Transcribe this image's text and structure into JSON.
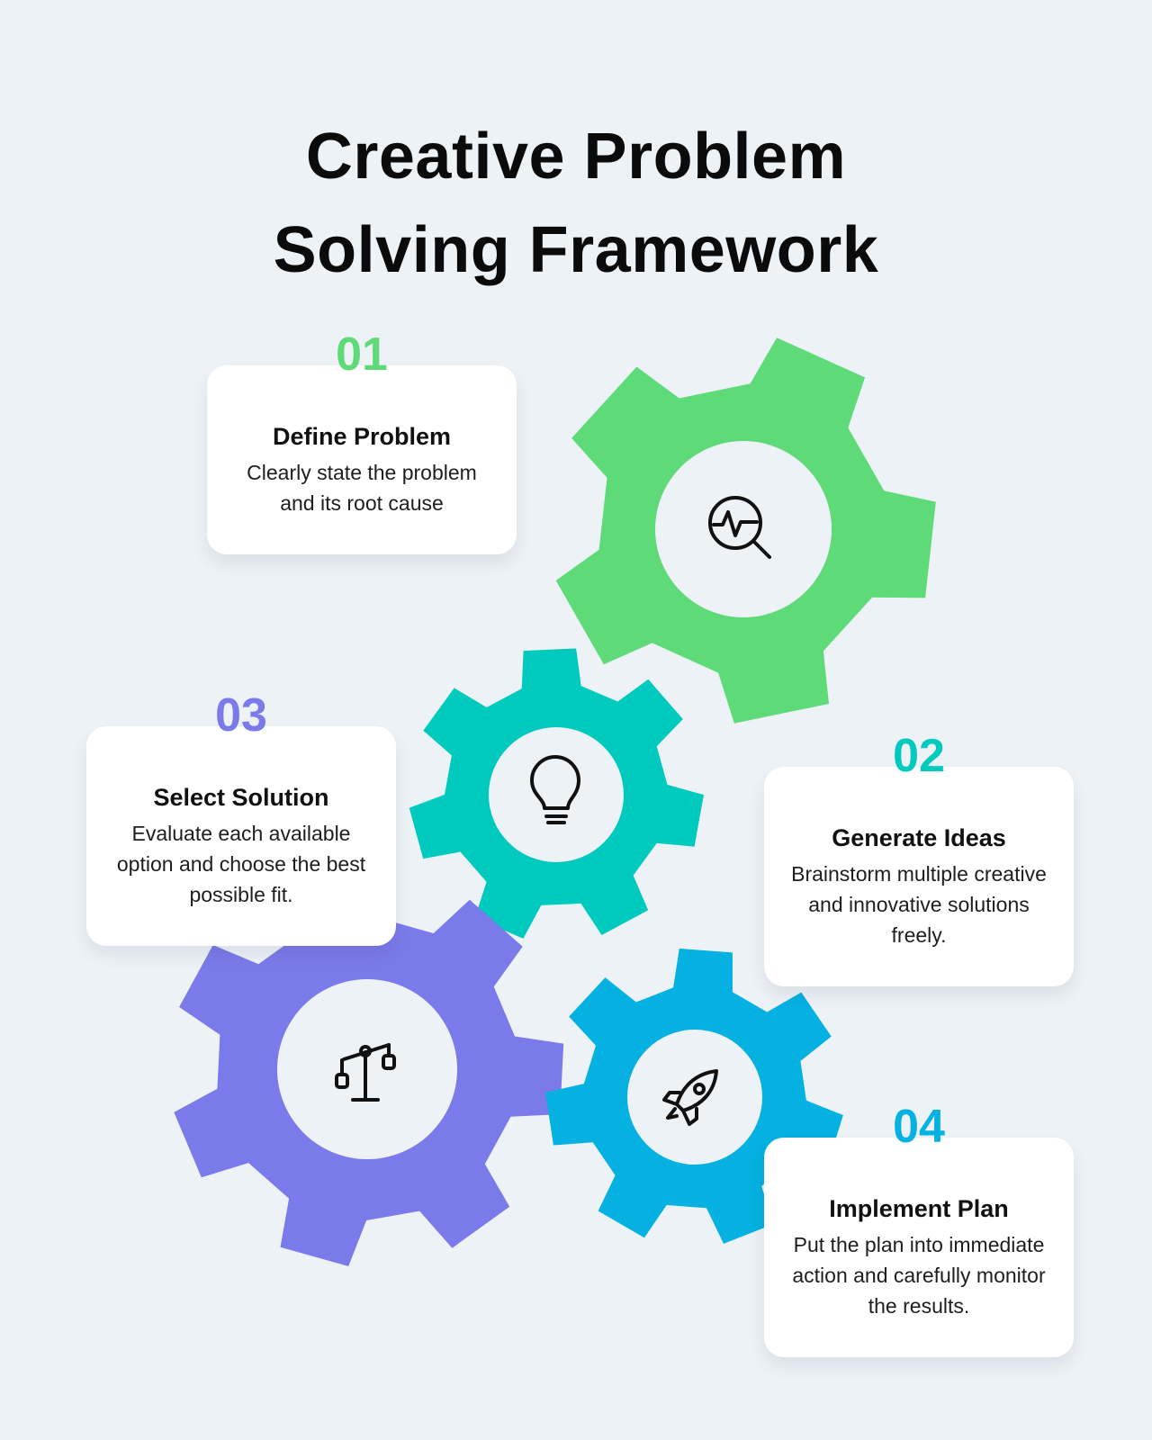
{
  "title": {
    "line1": "Creative Problem",
    "line2": "Solving Framework"
  },
  "colors": {
    "background": "#edf2f7",
    "step1": "#5fda78",
    "step2": "#00c9bd",
    "step3": "#7b7aea",
    "step4": "#04b1e1",
    "icon": "#111111"
  },
  "steps": [
    {
      "number": "01",
      "title": "Define Problem",
      "description": "Clearly state the problem and its root cause",
      "icon": "analytics-search-icon"
    },
    {
      "number": "02",
      "title": "Generate Ideas",
      "description": "Brainstorm multiple creative and innovative solutions freely.",
      "icon": "lightbulb-icon"
    },
    {
      "number": "03",
      "title": "Select Solution",
      "description": "Evaluate each available option and choose the best possible fit.",
      "icon": "balance-scale-icon"
    },
    {
      "number": "04",
      "title": "Implement Plan",
      "description": "Put the plan into immediate action and carefully monitor the results.",
      "icon": "rocket-icon"
    }
  ]
}
